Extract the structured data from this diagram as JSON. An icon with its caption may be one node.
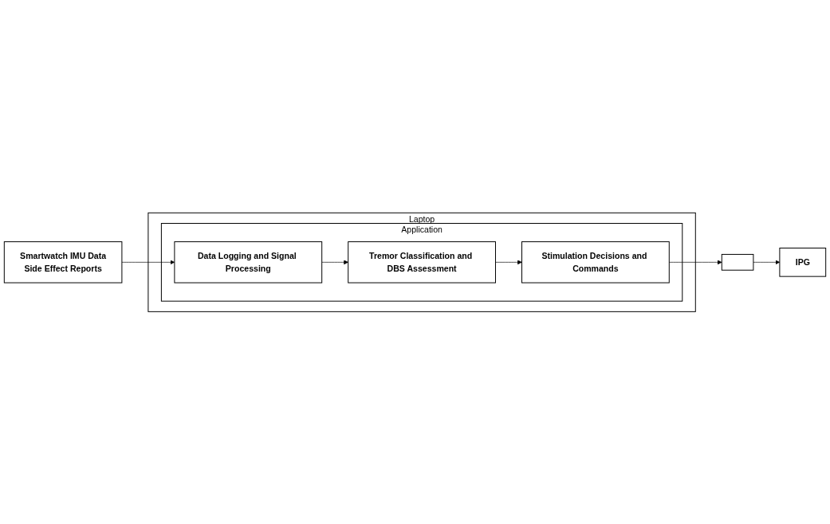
{
  "diagram": {
    "nodes": [
      {
        "text": [
          "Laptop"
        ]
      },
      {
        "text": [
          "Application"
        ],
        "in": 0
      },
      {
        "text": [
          "Data Logging and Signal Processing"
        ],
        "in": 1
      },
      {
        "text": [
          "Tremor Classification and DBS Assessment"
        ],
        "in": 1
      },
      {
        "text": [
          "Stimulation Decisions and Commands"
        ],
        "in": 1
      },
      {
        "text": [
          "Smartwatch IMU Data",
          "Side Effect Reports"
        ]
      },
      {
        "text": [],
        "shape": "box"
      },
      {
        "text": [
          "IPG"
        ]
      }
    ],
    "edges": [
      {
        "from": 5,
        "to": 2,
        "arrow": "to"
      },
      {
        "from": 2,
        "to": 3,
        "arrow": "to"
      },
      {
        "from": 3,
        "to": 4,
        "arrow": "to"
      },
      {
        "from": 4,
        "to": 6,
        "arrow": "to"
      },
      {
        "from": 6,
        "to": 7,
        "arrow": "to"
      }
    ]
  }
}
